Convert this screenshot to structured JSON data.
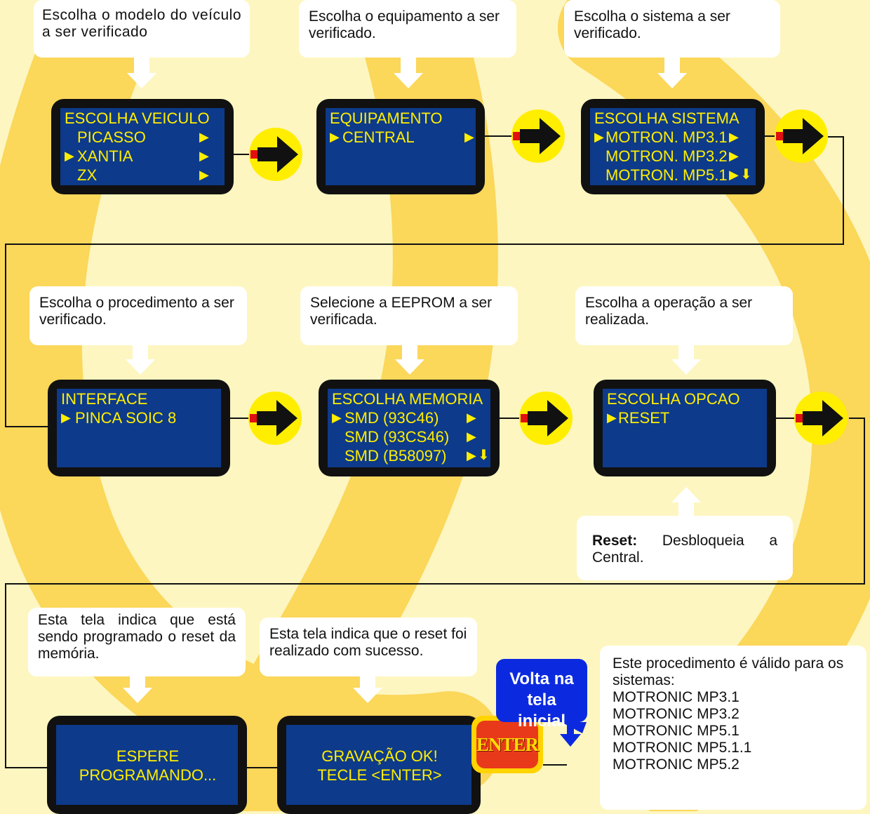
{
  "colors": {
    "background": "#fdf6c0",
    "stripe": "#fbd75a",
    "lcd_bezel": "#111111",
    "lcd_screen": "#0d3a8a",
    "lcd_text": "#ffee00",
    "arrow_circle": "#ffee00",
    "enter_button": "#e83a1a",
    "volta_bubble": "#0b2ae0"
  },
  "callouts": {
    "c1": "Escolha o modelo do veículo a ser verificado",
    "c2": "Escolha o equipamento a ser verificado.",
    "c3": "Escolha o sistema a ser verificado.",
    "c4": "Escolha o procedimento a ser verificado.",
    "c5": "Selecione a EEPROM a ser verificada.",
    "c6": "Escolha a operação a ser realizada.",
    "reset_label": "Reset:",
    "reset_text": "Desbloqueia a Central.",
    "c8": "Esta tela indica que está sendo programado o reset da memória.",
    "c9": "Esta tela indica que o reset foi realizado com sucesso."
  },
  "screens": {
    "veiculo": {
      "title": "ESCOLHA VEICULO",
      "items": [
        "PICASSO",
        "XANTIA",
        "ZX"
      ]
    },
    "equipamento": {
      "title": "EQUIPAMENTO",
      "items": [
        "CENTRAL"
      ]
    },
    "sistema": {
      "title": "ESCOLHA SISTEMA",
      "items": [
        "MOTRON. MP3.1",
        "MOTRON. MP3.2",
        "MOTRON. MP5.1"
      ]
    },
    "interface": {
      "title": "INTERFACE",
      "items": [
        "PINCA SOIC 8"
      ]
    },
    "memoria": {
      "title": "ESCOLHA MEMORIA",
      "items": [
        "SMD (93C46)",
        "SMD (93CS46)",
        "SMD (B58097)"
      ]
    },
    "opcao": {
      "title": "ESCOLHA OPCAO",
      "items": [
        "RESET"
      ]
    },
    "espere": {
      "line1": "ESPERE",
      "line2": "PROGRAMANDO..."
    },
    "gravacao": {
      "line1": "GRAVAÇÃO OK!",
      "line2": "TECLE <ENTER>"
    }
  },
  "glyphs": {
    "selector": "▶",
    "submenu": "▶",
    "more": "⬇"
  },
  "enter_button": {
    "label": "ENTER"
  },
  "volta": {
    "line1": "Volta na tela",
    "line2": "inicial"
  },
  "info": {
    "intro": "Este procedimento é válido para os sistemas:",
    "systems": [
      "MOTRONIC MP3.1",
      "MOTRONIC MP3.2",
      "MOTRONIC MP5.1",
      "MOTRONIC MP5.1.1",
      "MOTRONIC MP5.2"
    ]
  }
}
